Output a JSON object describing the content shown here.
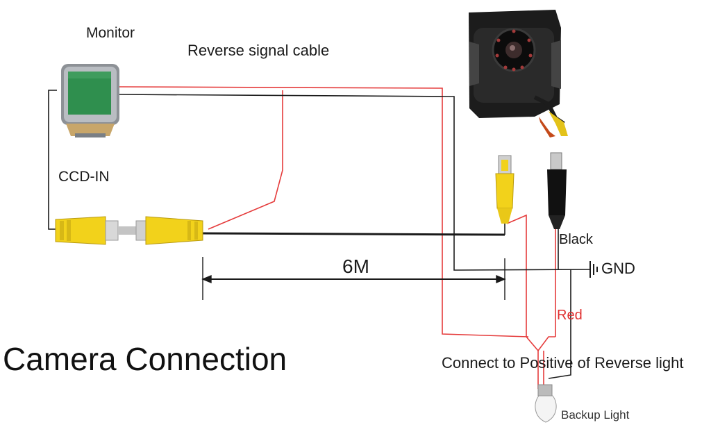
{
  "labels": {
    "monitor": "Monitor",
    "reverse_signal_cable": "Reverse signal cable",
    "ccd_in": "CCD-IN",
    "length": "6M",
    "black": "Black",
    "gnd": "GND",
    "red": "Red",
    "title": "Camera Connection",
    "connect_positive": "Connect to Positive of Reverse light",
    "backup_light": "Backup Light"
  },
  "colors": {
    "red_wire": "#e53b3b",
    "black_wire": "#1a1a1a",
    "rca_yellow": "#f2d21b",
    "monitor_screen": "#2f8f4e",
    "camera_body": "#1c1c1c"
  }
}
